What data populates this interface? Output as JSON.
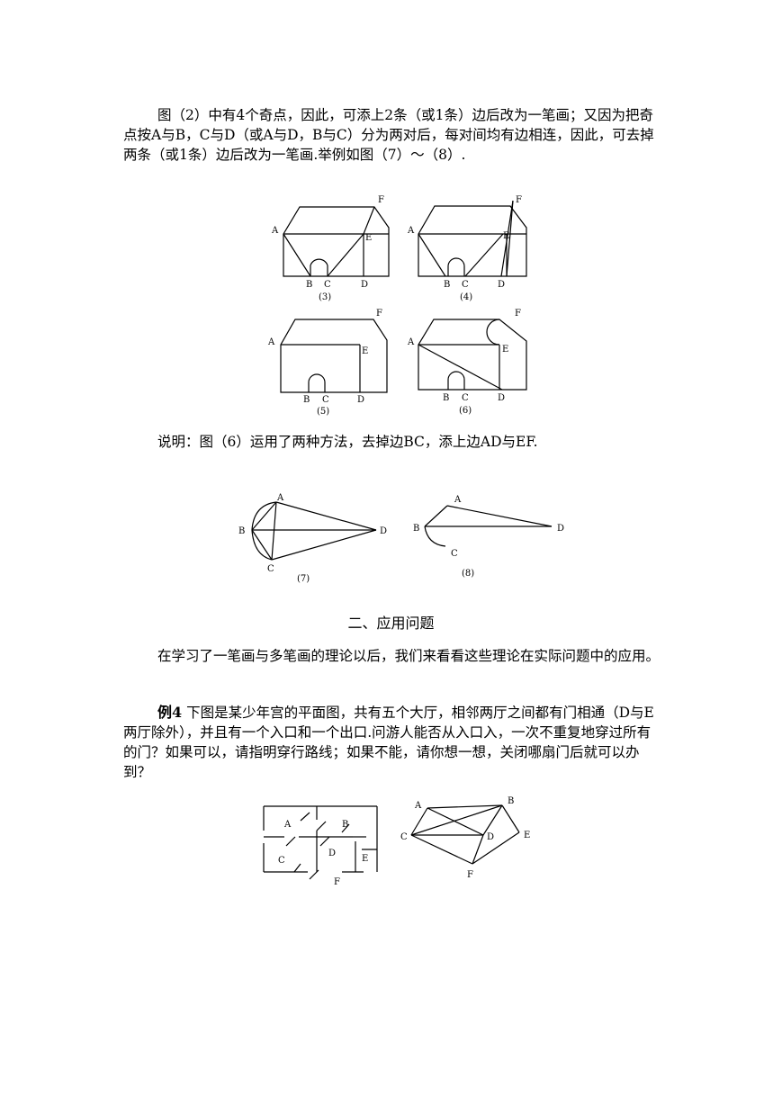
{
  "paragraph1": "图（2）中有4个奇点，因此，可添上2条（或1条）边后改为一笔画；又因为把奇点按A与B，C与D（或A与D，B与C）分为两对后，每对间均有边相连，因此，可去掉两条（或1条）边后改为一笔画.举例如图（7）～（8）.",
  "paragraph2": "说明：图（6）运用了两种方法，去掉边BC，添上边AD与EF.",
  "heading": "二、应用问题",
  "paragraph3": "在学习了一笔画与多笔画的理论以后，我们来看看这些理论在实际问题中的应用。",
  "example_label": "例4",
  "paragraph4": " 下图是某少年宫的平面图，共有五个大厅，相邻两厅之间都有门相通（D与E两厅除外），并且有一个入口和一个出口.问游人能否从入口入，一次不重复地穿过所有的门？如果可以，请指明穿行路线；如果不能，请你想一想，关闭哪扇门后就可以办到？",
  "figures": {
    "fig3": {
      "caption": "(3)",
      "labels": [
        "A",
        "F",
        "E",
        "B",
        "C",
        "D"
      ]
    },
    "fig4": {
      "caption": "(4)",
      "labels": [
        "A",
        "F",
        "E",
        "B",
        "C",
        "D"
      ]
    },
    "fig5": {
      "caption": "(5)",
      "labels": [
        "A",
        "F",
        "E",
        "B",
        "C",
        "D"
      ]
    },
    "fig6": {
      "caption": "(6)",
      "labels": [
        "A",
        "F",
        "E",
        "B",
        "C",
        "D"
      ]
    },
    "fig7": {
      "caption": "(7)",
      "labels": [
        "A",
        "B",
        "C",
        "D"
      ]
    },
    "fig8": {
      "caption": "(8)",
      "labels": [
        "A",
        "B",
        "C",
        "D"
      ]
    },
    "floorplan": {
      "labels": [
        "A",
        "B",
        "C",
        "D",
        "E",
        "F"
      ]
    },
    "graph": {
      "labels": [
        "A",
        "B",
        "C",
        "D",
        "E",
        "F"
      ]
    }
  }
}
